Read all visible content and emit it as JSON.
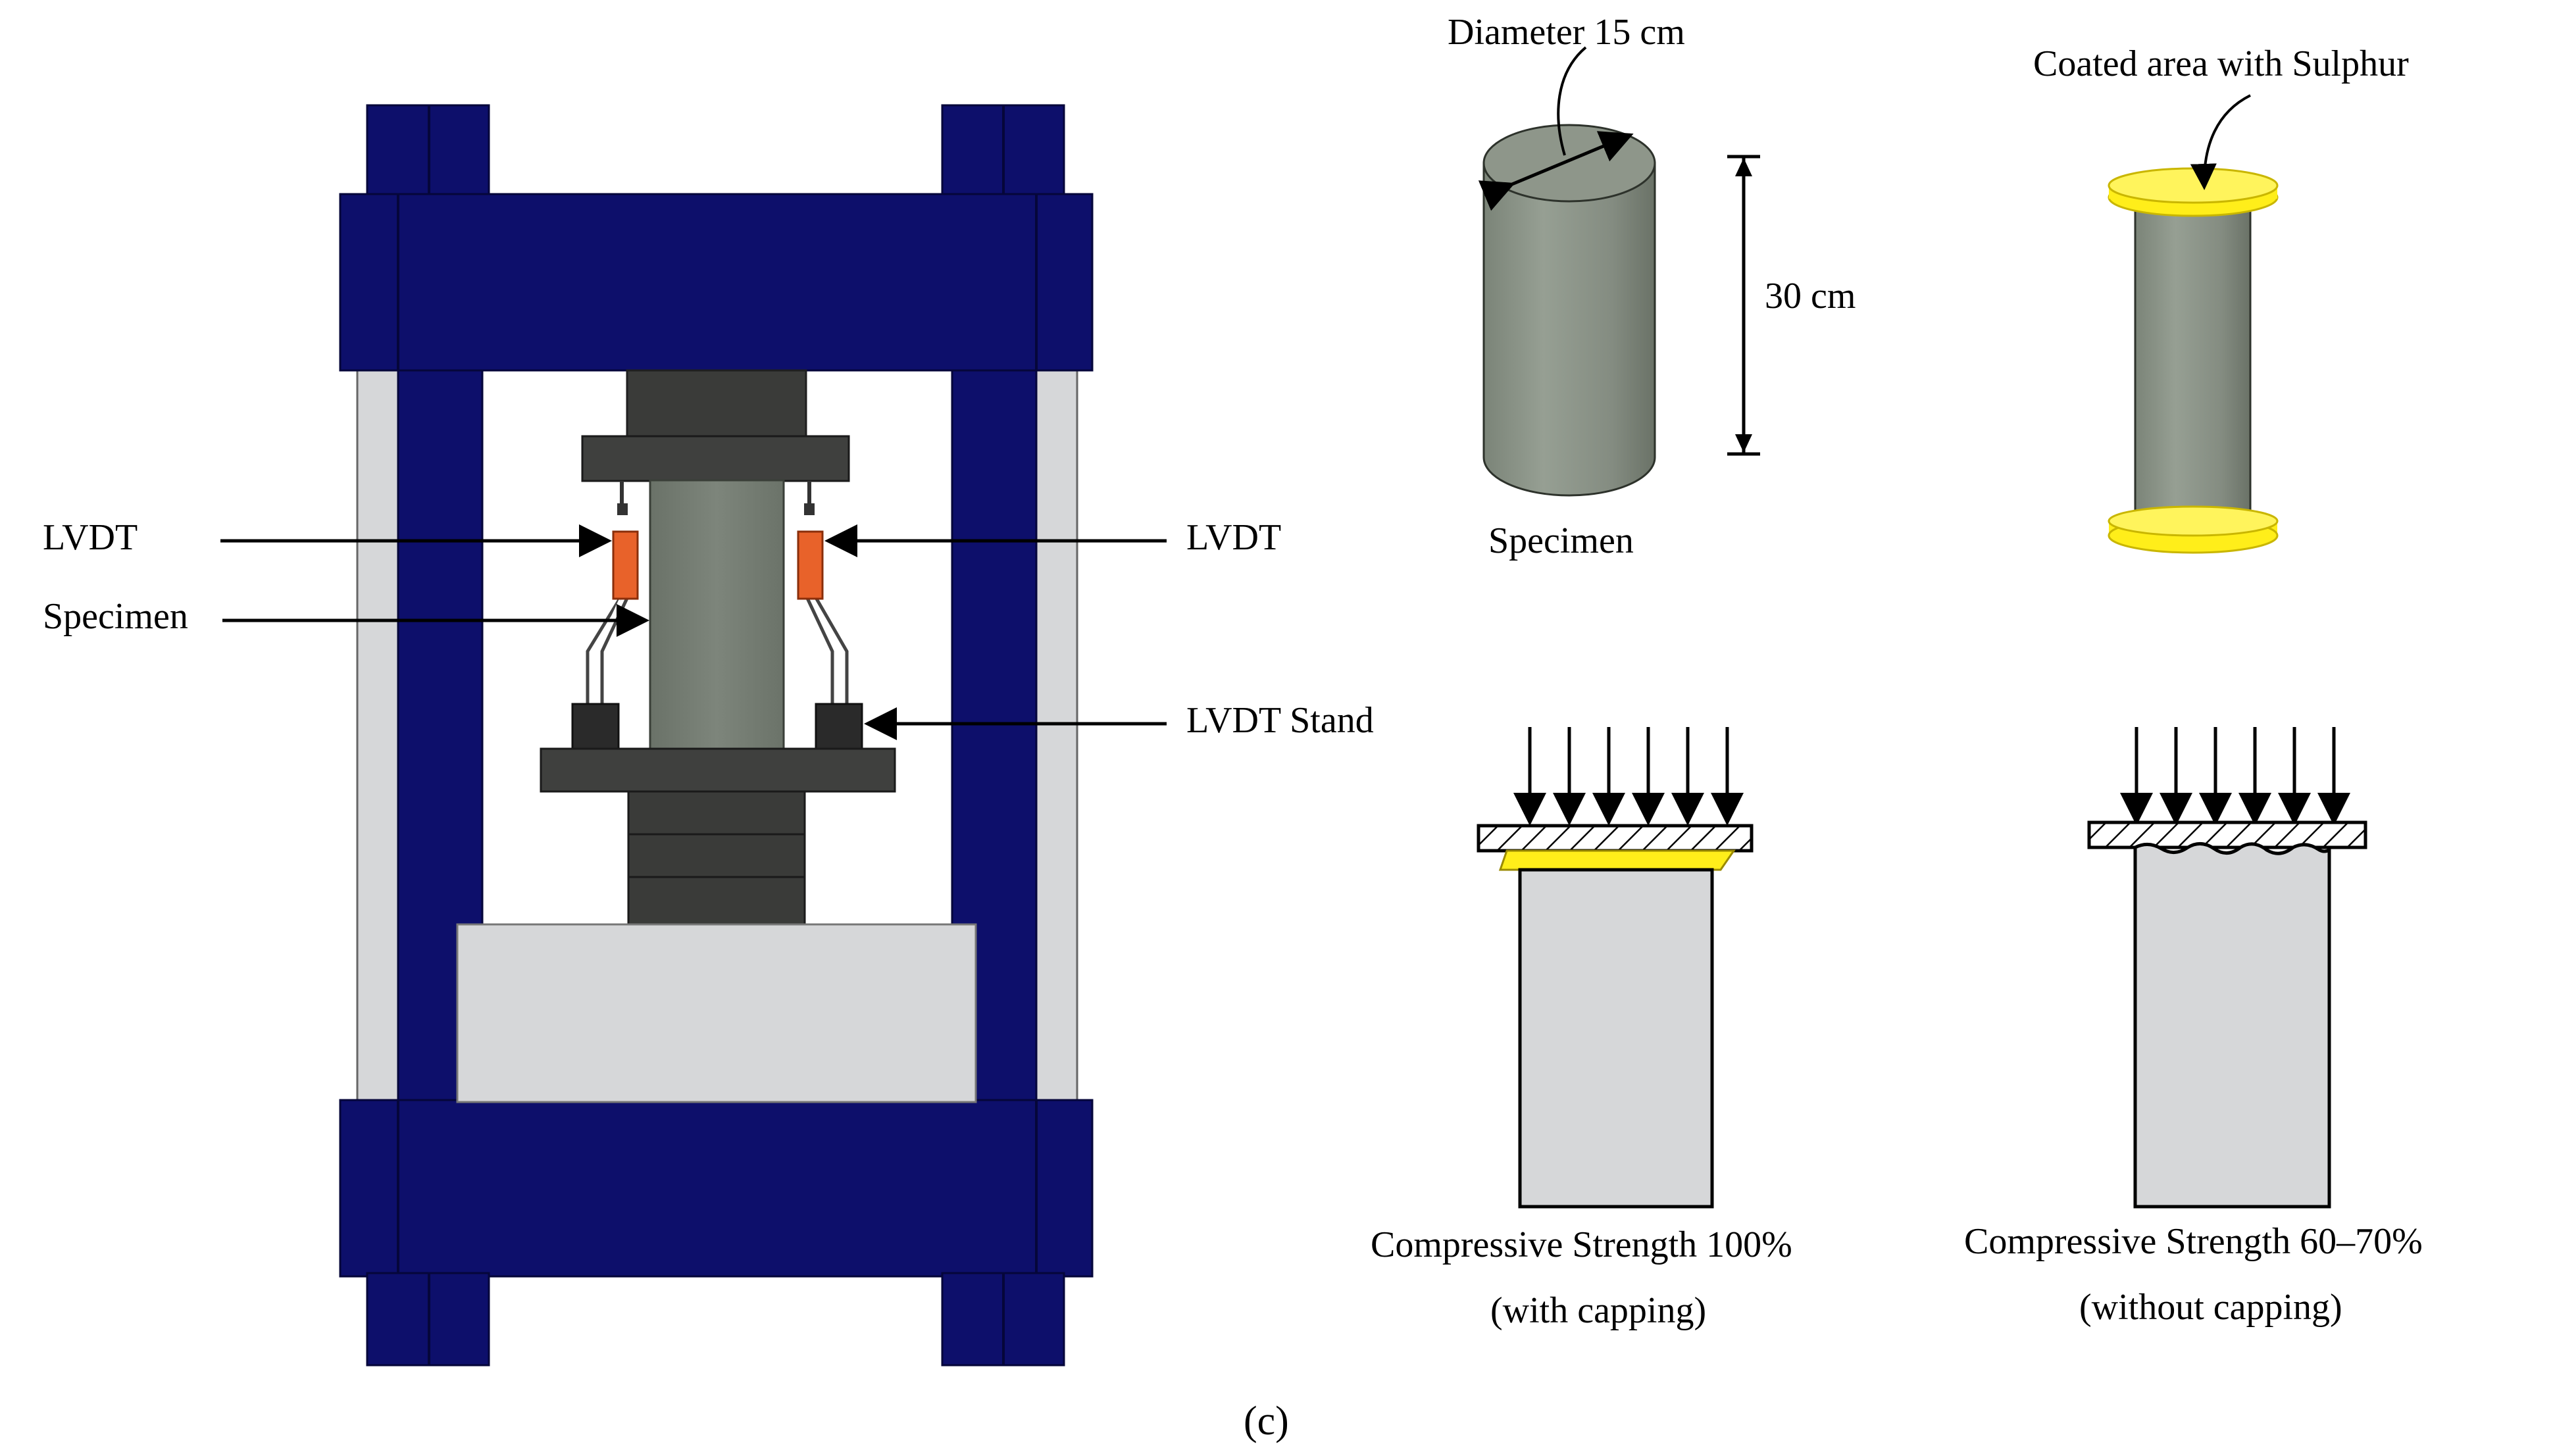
{
  "press": {
    "labels": {
      "lvdt_left": "LVDT",
      "lvdt_right": "LVDT",
      "specimen": "Specimen",
      "lvdt_stand": "LVDT Stand"
    }
  },
  "specimen_view": {
    "diameter": "Diameter 15 cm",
    "height": "30 cm",
    "caption": "Specimen"
  },
  "coated_view": {
    "caption": "Coated area with Sulphur"
  },
  "with_capping": {
    "line1": "Compressive Strength 100%",
    "line2": "(with capping)"
  },
  "without_capping": {
    "line1": "Compressive Strength 60–70%",
    "line2": "(without capping)"
  },
  "figure_label": "(c)",
  "colors": {
    "frame": "#0d0f6b",
    "concrete": "#6e776a",
    "machine_block": "#3a3b39",
    "sulphur": "#ffee1a",
    "lvdt": "#e8622a",
    "panel": "#d6d7d9"
  }
}
